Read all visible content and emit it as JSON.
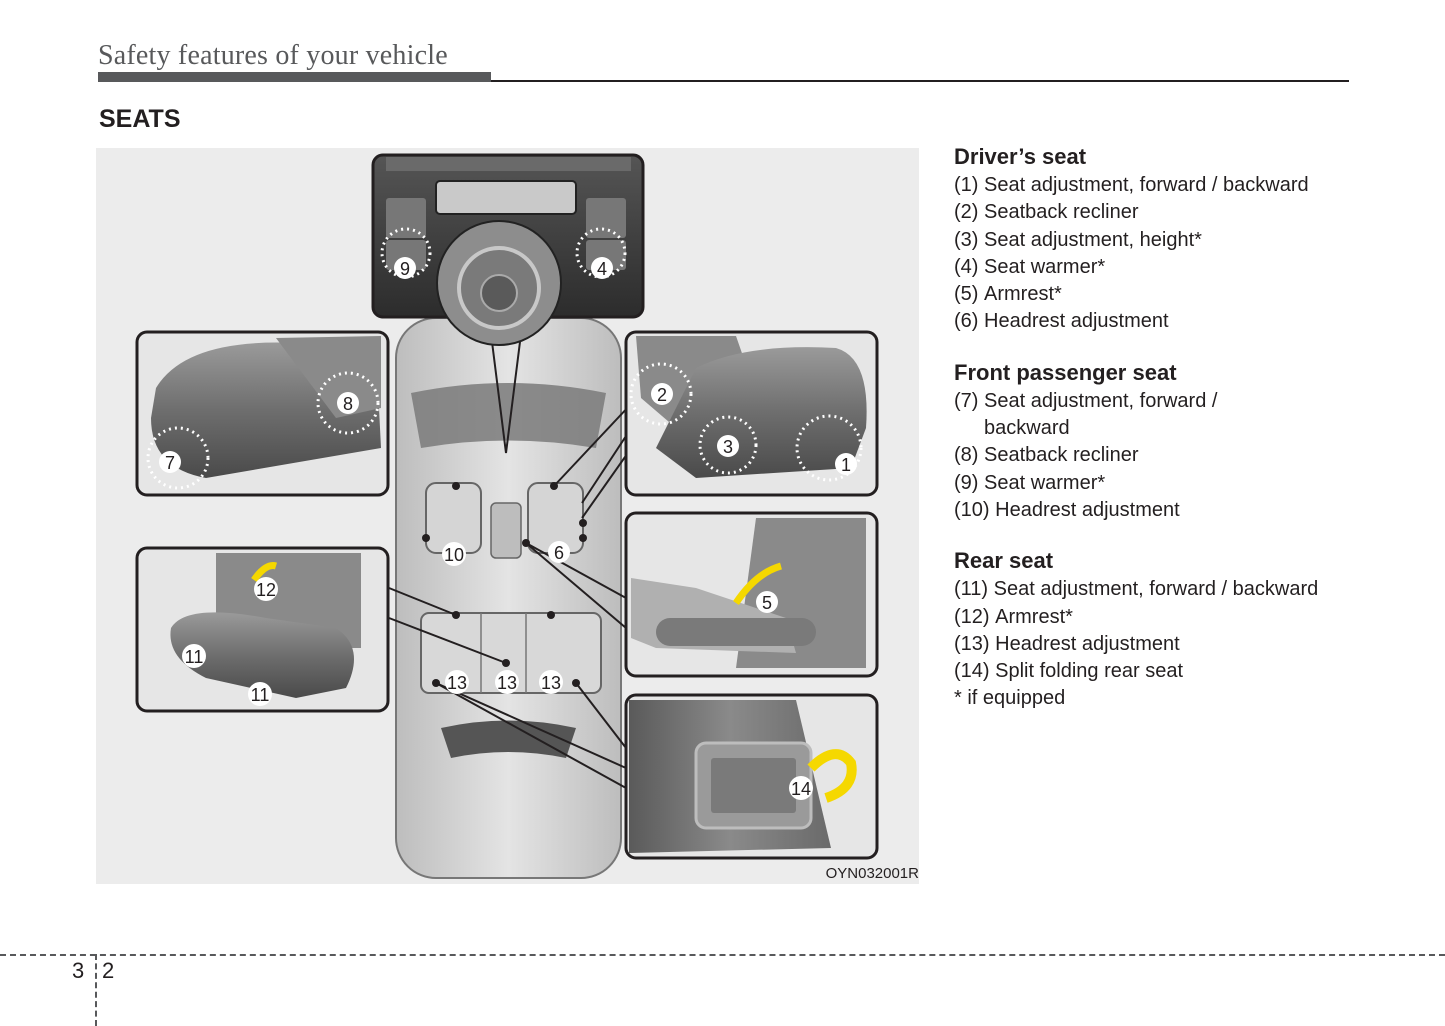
{
  "header": {
    "section": "Safety features of your vehicle",
    "title": "SEATS"
  },
  "figure": {
    "code": "OYN032001R",
    "callouts": [
      "1",
      "2",
      "3",
      "4",
      "5",
      "6",
      "7",
      "8",
      "9",
      "10",
      "11",
      "11",
      "12",
      "13",
      "13",
      "13",
      "14"
    ],
    "accent_color": "#f5d800"
  },
  "legend": {
    "groups": [
      {
        "heading": "Driver’s seat",
        "items": [
          {
            "num": "(1) ",
            "text": "Seat adjustment, forward / backward"
          },
          {
            "num": "(2) ",
            "text": "Seatback recliner"
          },
          {
            "num": "(3) ",
            "text": "Seat adjustment, height*"
          },
          {
            "num": "(4) ",
            "text": "Seat warmer*"
          },
          {
            "num": "(5) ",
            "text": "Armrest*"
          },
          {
            "num": "(6) ",
            "text": "Headrest adjustment"
          }
        ]
      },
      {
        "heading": "Front passenger seat",
        "items": [
          {
            "num": "(7) ",
            "text": "Seat adjustment, forward / backward"
          },
          {
            "num": "(8) ",
            "text": "Seatback recliner"
          },
          {
            "num": "(9) ",
            "text": "Seat warmer*"
          },
          {
            "num": "(10) ",
            "text": "Headrest adjustment"
          }
        ]
      },
      {
        "heading": "Rear seat",
        "items": [
          {
            "num": "(11) ",
            "text": "Seat adjustment, forward / backward"
          },
          {
            "num": "(12) ",
            "text": "Armrest*"
          },
          {
            "num": "(13) ",
            "text": "Headrest adjustment"
          },
          {
            "num": "(14) ",
            "text": "Split folding rear seat"
          }
        ]
      }
    ],
    "footnote": "* if equipped"
  },
  "footer": {
    "chapter": "3",
    "page": "2"
  }
}
